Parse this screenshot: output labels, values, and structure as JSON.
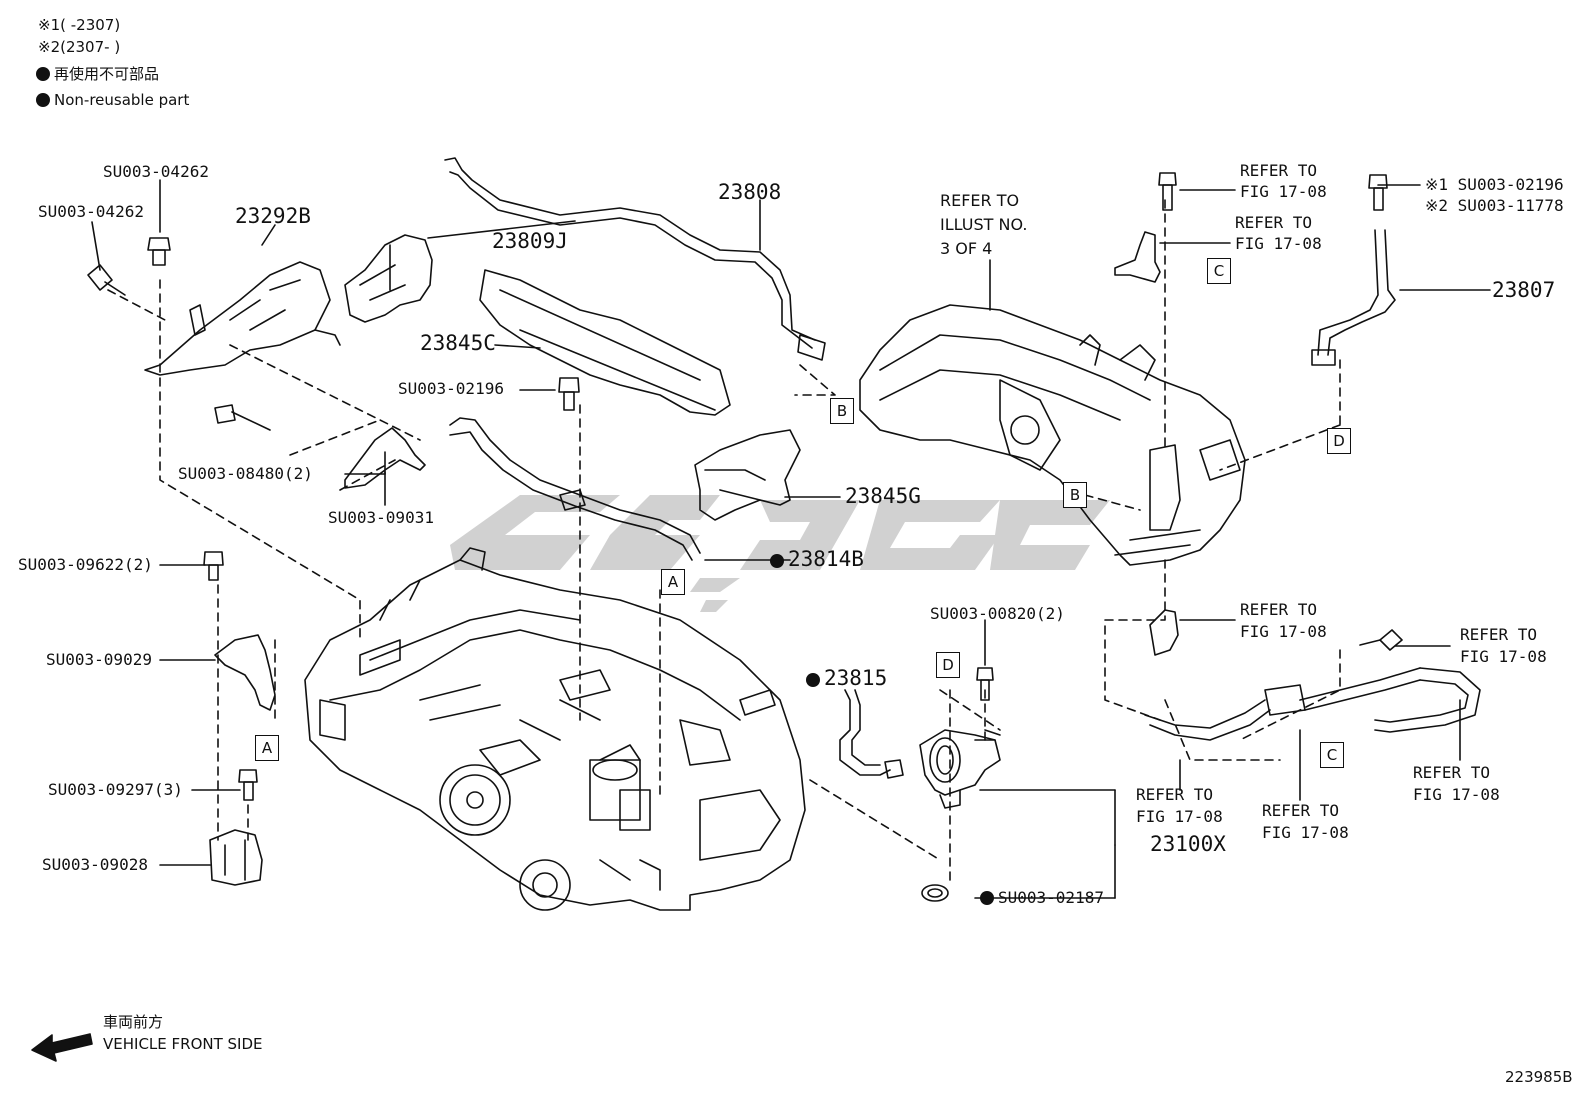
{
  "legend": {
    "note1": "※1(     -2307)",
    "note2": "※2(2307-     )",
    "nonreusable_jp": "再使用不可部品",
    "nonreusable_en": "Non-reusable part"
  },
  "labels": {
    "p_su04262_a": "SU003-04262",
    "p_su04262_b": "SU003-04262",
    "p_23292b": "23292B",
    "p_23808": "23808",
    "p_23809j": "23809J",
    "p_23845c": "23845C",
    "p_su02196_mid": "SU003-02196",
    "p_su08480": "SU003-08480(2)",
    "p_su09031": "SU003-09031",
    "p_23845g": "23845G",
    "p_23814b": "23814B",
    "p_su09622": "SU003-09622(2)",
    "p_su09029": "SU003-09029",
    "p_su09297": "SU003-09297(3)",
    "p_su09028": "SU003-09028",
    "p_23815": "23815",
    "p_su00820": "SU003-00820(2)",
    "p_23100x": "23100X",
    "p_su02187": "SU003-02187",
    "p_23807": "23807",
    "p_note1_part": "※1 SU003-02196",
    "p_note2_part": "※2 SU003-11778",
    "refer_illust_1": "REFER TO",
    "refer_illust_2": "ILLUST NO.",
    "refer_illust_3": "3 OF 4",
    "refer_to": "REFER TO",
    "fig_1708": "FIG 17-08"
  },
  "boxes": {
    "a": "A",
    "b": "B",
    "c": "C",
    "d": "D"
  },
  "footer": {
    "front_jp": "車両前方",
    "front_en": "VEHICLE FRONT SIDE",
    "diagram_id": "223985B"
  }
}
